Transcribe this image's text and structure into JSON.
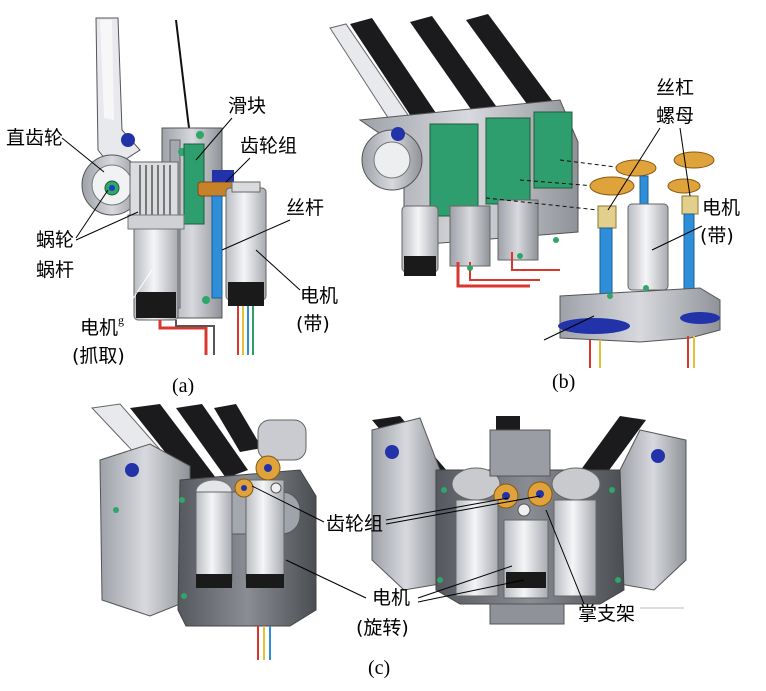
{
  "panel_a": {
    "caption": "(a)",
    "labels": {
      "spur_gear": "直齿轮",
      "worm_wheel": "蜗轮",
      "worm": "蜗杆",
      "slider": "滑块",
      "gear_set": "齿轮组",
      "lead_screw": "丝杆",
      "motor_grab_1": "电机",
      "motor_grab_sup": "g",
      "motor_grab_2": "(抓取)",
      "motor_belt_1": "电机",
      "motor_belt_2": "(带)"
    }
  },
  "panel_b": {
    "caption": "(b)",
    "labels": {
      "lead_screw_nut_1": "丝杠",
      "lead_screw_nut_2": "螺母",
      "motor_belt_1": "电机",
      "motor_belt_2": "(带)"
    }
  },
  "panel_c": {
    "caption": "(c)",
    "labels": {
      "gear_set": "齿轮组",
      "motor_rotate_1": "电机",
      "motor_rotate_2": "(旋转)",
      "palm_bracket": "掌支架"
    }
  },
  "colors": {
    "metal_grey": "#b9bcc2",
    "dark_grey": "#6e7076",
    "black_link": "#1b1b1d",
    "green_part": "#2e9e6e",
    "blue_screw": "#2e8fd8",
    "orange_gear": "#e0a23a",
    "motor_white": "#e9ebee",
    "wire_red": "#d8372e"
  }
}
